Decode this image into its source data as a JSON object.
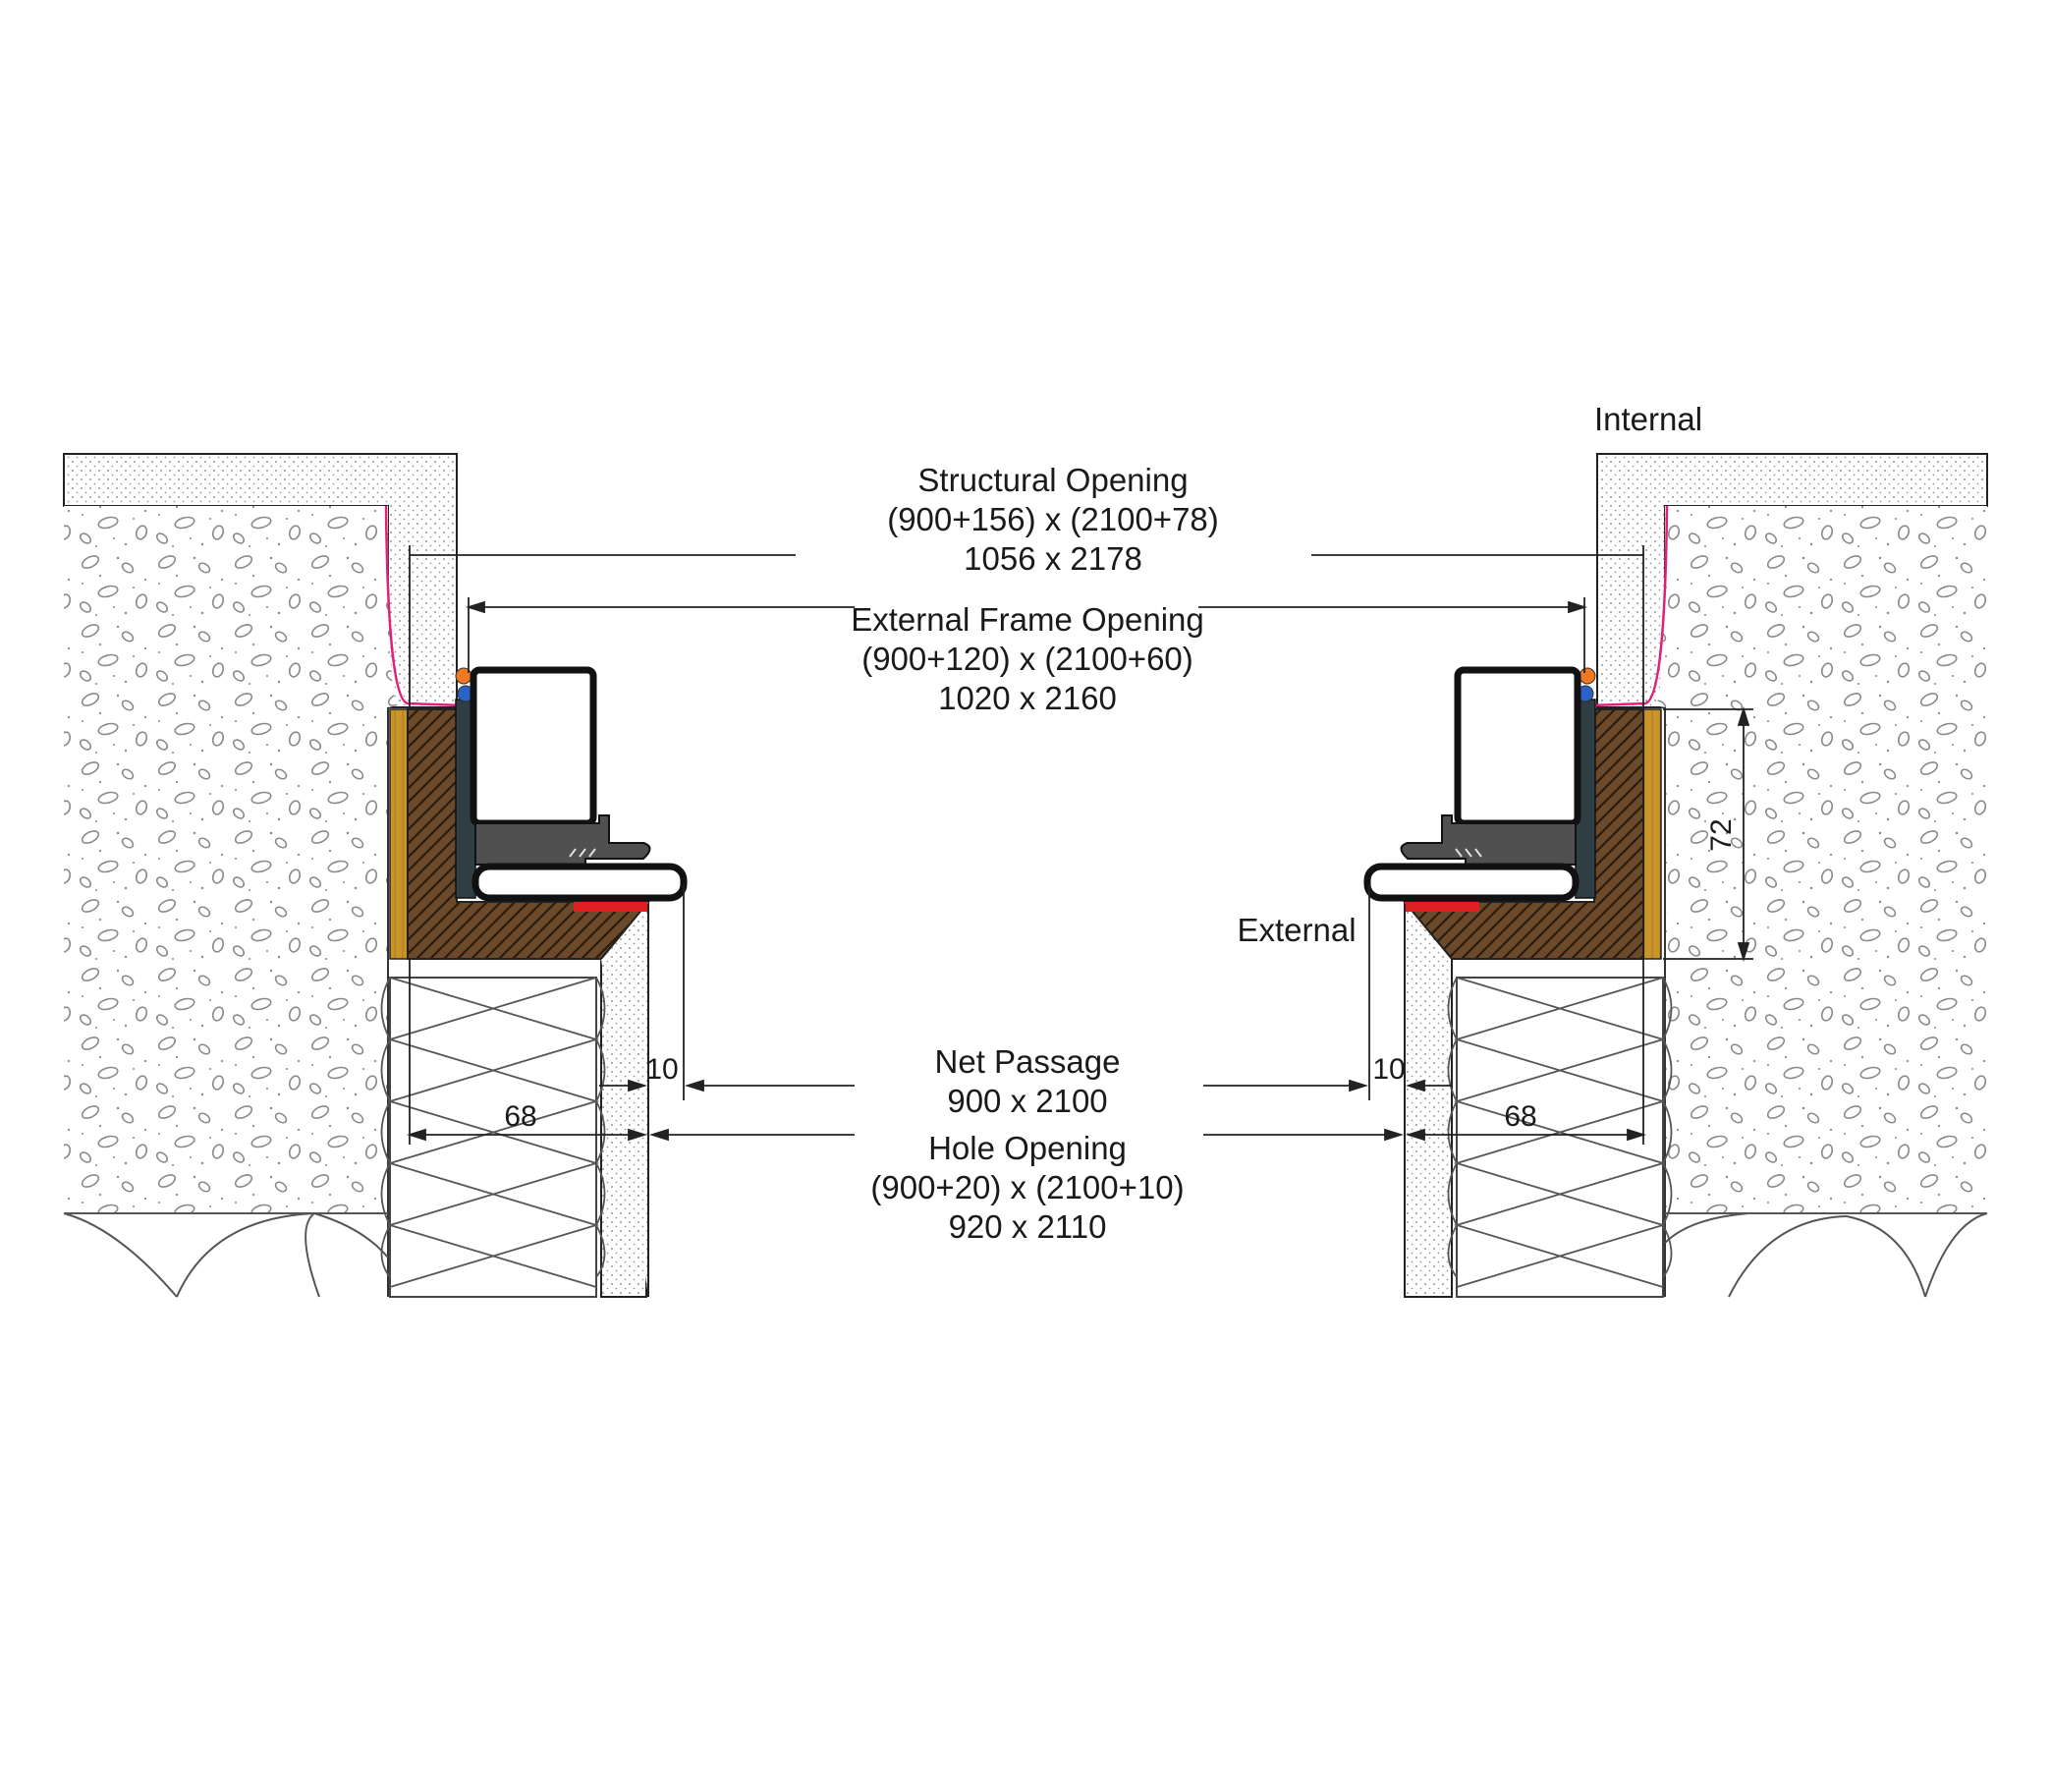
{
  "labels": {
    "internal": "Internal",
    "external": "External"
  },
  "structural_opening": {
    "title": "Structural Opening",
    "formula": "(900+156) x (2100+78)",
    "result": "1056 x 2178"
  },
  "external_frame_opening": {
    "title": "External Frame Opening",
    "formula": "(900+120) x (2100+60)",
    "result": "1020 x 2160"
  },
  "net_passage": {
    "title": "Net Passage",
    "result": "900 x 2100"
  },
  "hole_opening": {
    "title": "Hole Opening",
    "formula": "(900+20) x (2100+10)",
    "result": "920 x 2110"
  },
  "dimensions": {
    "left_gap": "10",
    "right_gap": "10",
    "left_width": "68",
    "right_width": "68",
    "right_height": "72"
  },
  "colors": {
    "timber": "#6b4a2b",
    "timber_lining": "#c9952b",
    "sealant_red": "#e02020",
    "seal_orange": "#f07820",
    "seal_blue": "#2a62c8",
    "membrane_pink": "#e0207a",
    "frame_dark": "#2e3e44",
    "profile_grey": "#505050"
  }
}
